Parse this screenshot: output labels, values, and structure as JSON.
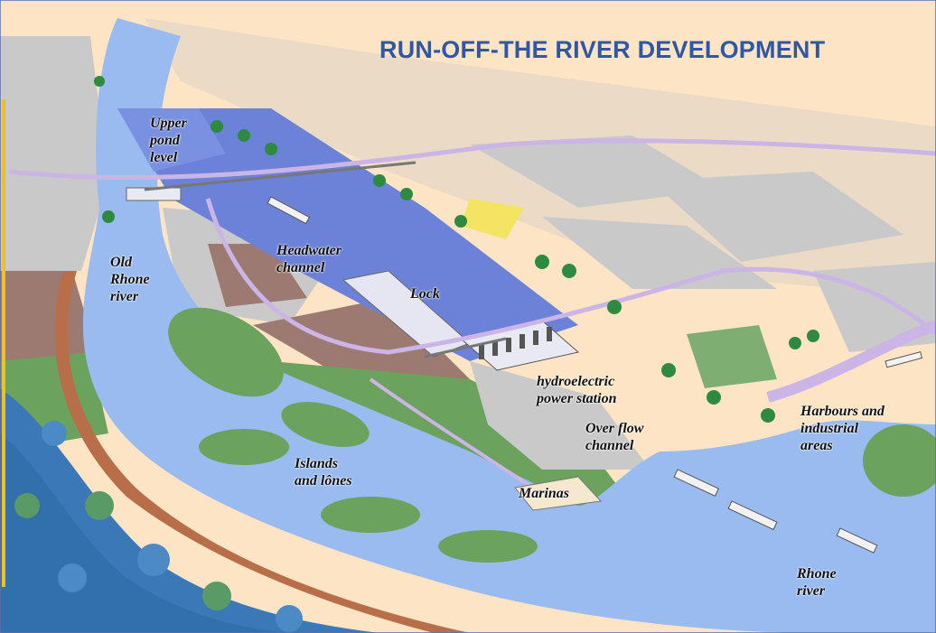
{
  "title": "RUN-OFF-THE RIVER DEVELOPMENT",
  "labels": {
    "upper_pond": "Upper\npond\nlevel",
    "headwater": "Headwater\nchannel",
    "lock": "Lock",
    "old_rhone": "Old\nRhone\nriver",
    "hydro": "hydroelectric\npower station",
    "overflow": "Over flow\nchannel",
    "harbours": "Harbours and\nindustrial\nareas",
    "islands": "Islands\nand lônes",
    "marinas": "Marinas",
    "rhone": "Rhone\nriver"
  },
  "colors": {
    "water": "#99bbf0",
    "canal": "#6c82d8",
    "sand": "#fce4c4",
    "field": "#c8c8c8",
    "green": "#5e9a5a",
    "brown": "#9c7a72",
    "bank": "#b86f49",
    "road": "#cbb4e6",
    "title": "#2f57a6"
  }
}
